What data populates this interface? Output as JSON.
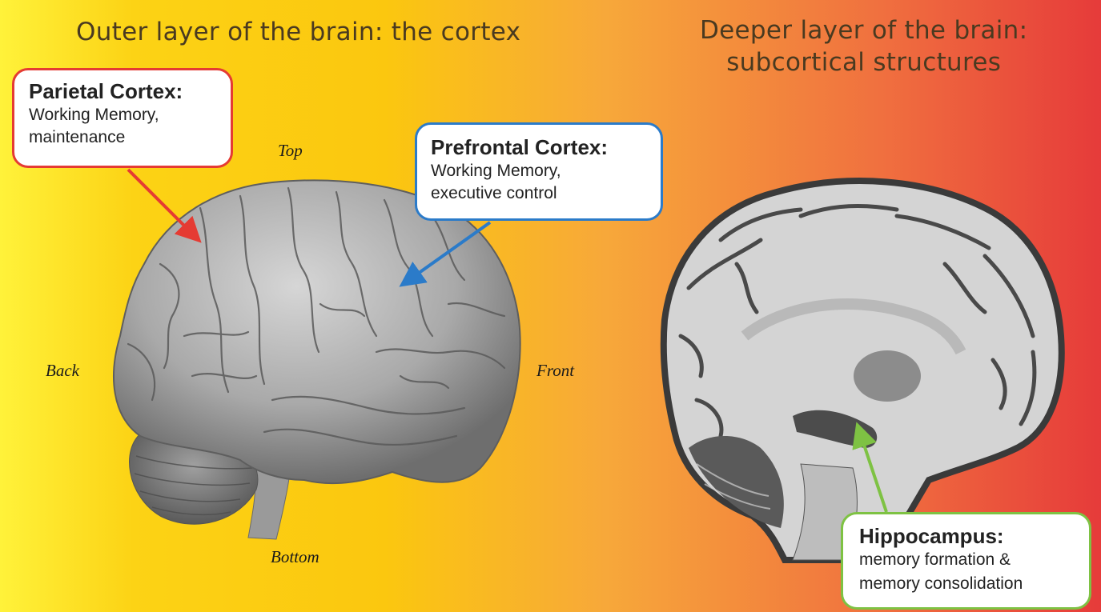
{
  "headings": {
    "left": "Outer layer of the brain: the cortex",
    "right_line1": "Deeper layer of the brain:",
    "right_line2": "subcortical structures"
  },
  "callouts": {
    "parietal": {
      "title": "Parietal Cortex:",
      "line1": "Working Memory,",
      "line2": "maintenance",
      "color": "#e53b33"
    },
    "prefrontal": {
      "title": "Prefrontal Cortex:",
      "line1": "Working Memory,",
      "line2": "executive control",
      "color": "#2b7bc9"
    },
    "hippocampus": {
      "title": "Hippocampus:",
      "line1": "memory formation &",
      "line2": "memory consolidation",
      "color": "#7ec243"
    }
  },
  "orientation": {
    "top": "Top",
    "back": "Back",
    "front": "Front",
    "bottom": "Bottom"
  }
}
